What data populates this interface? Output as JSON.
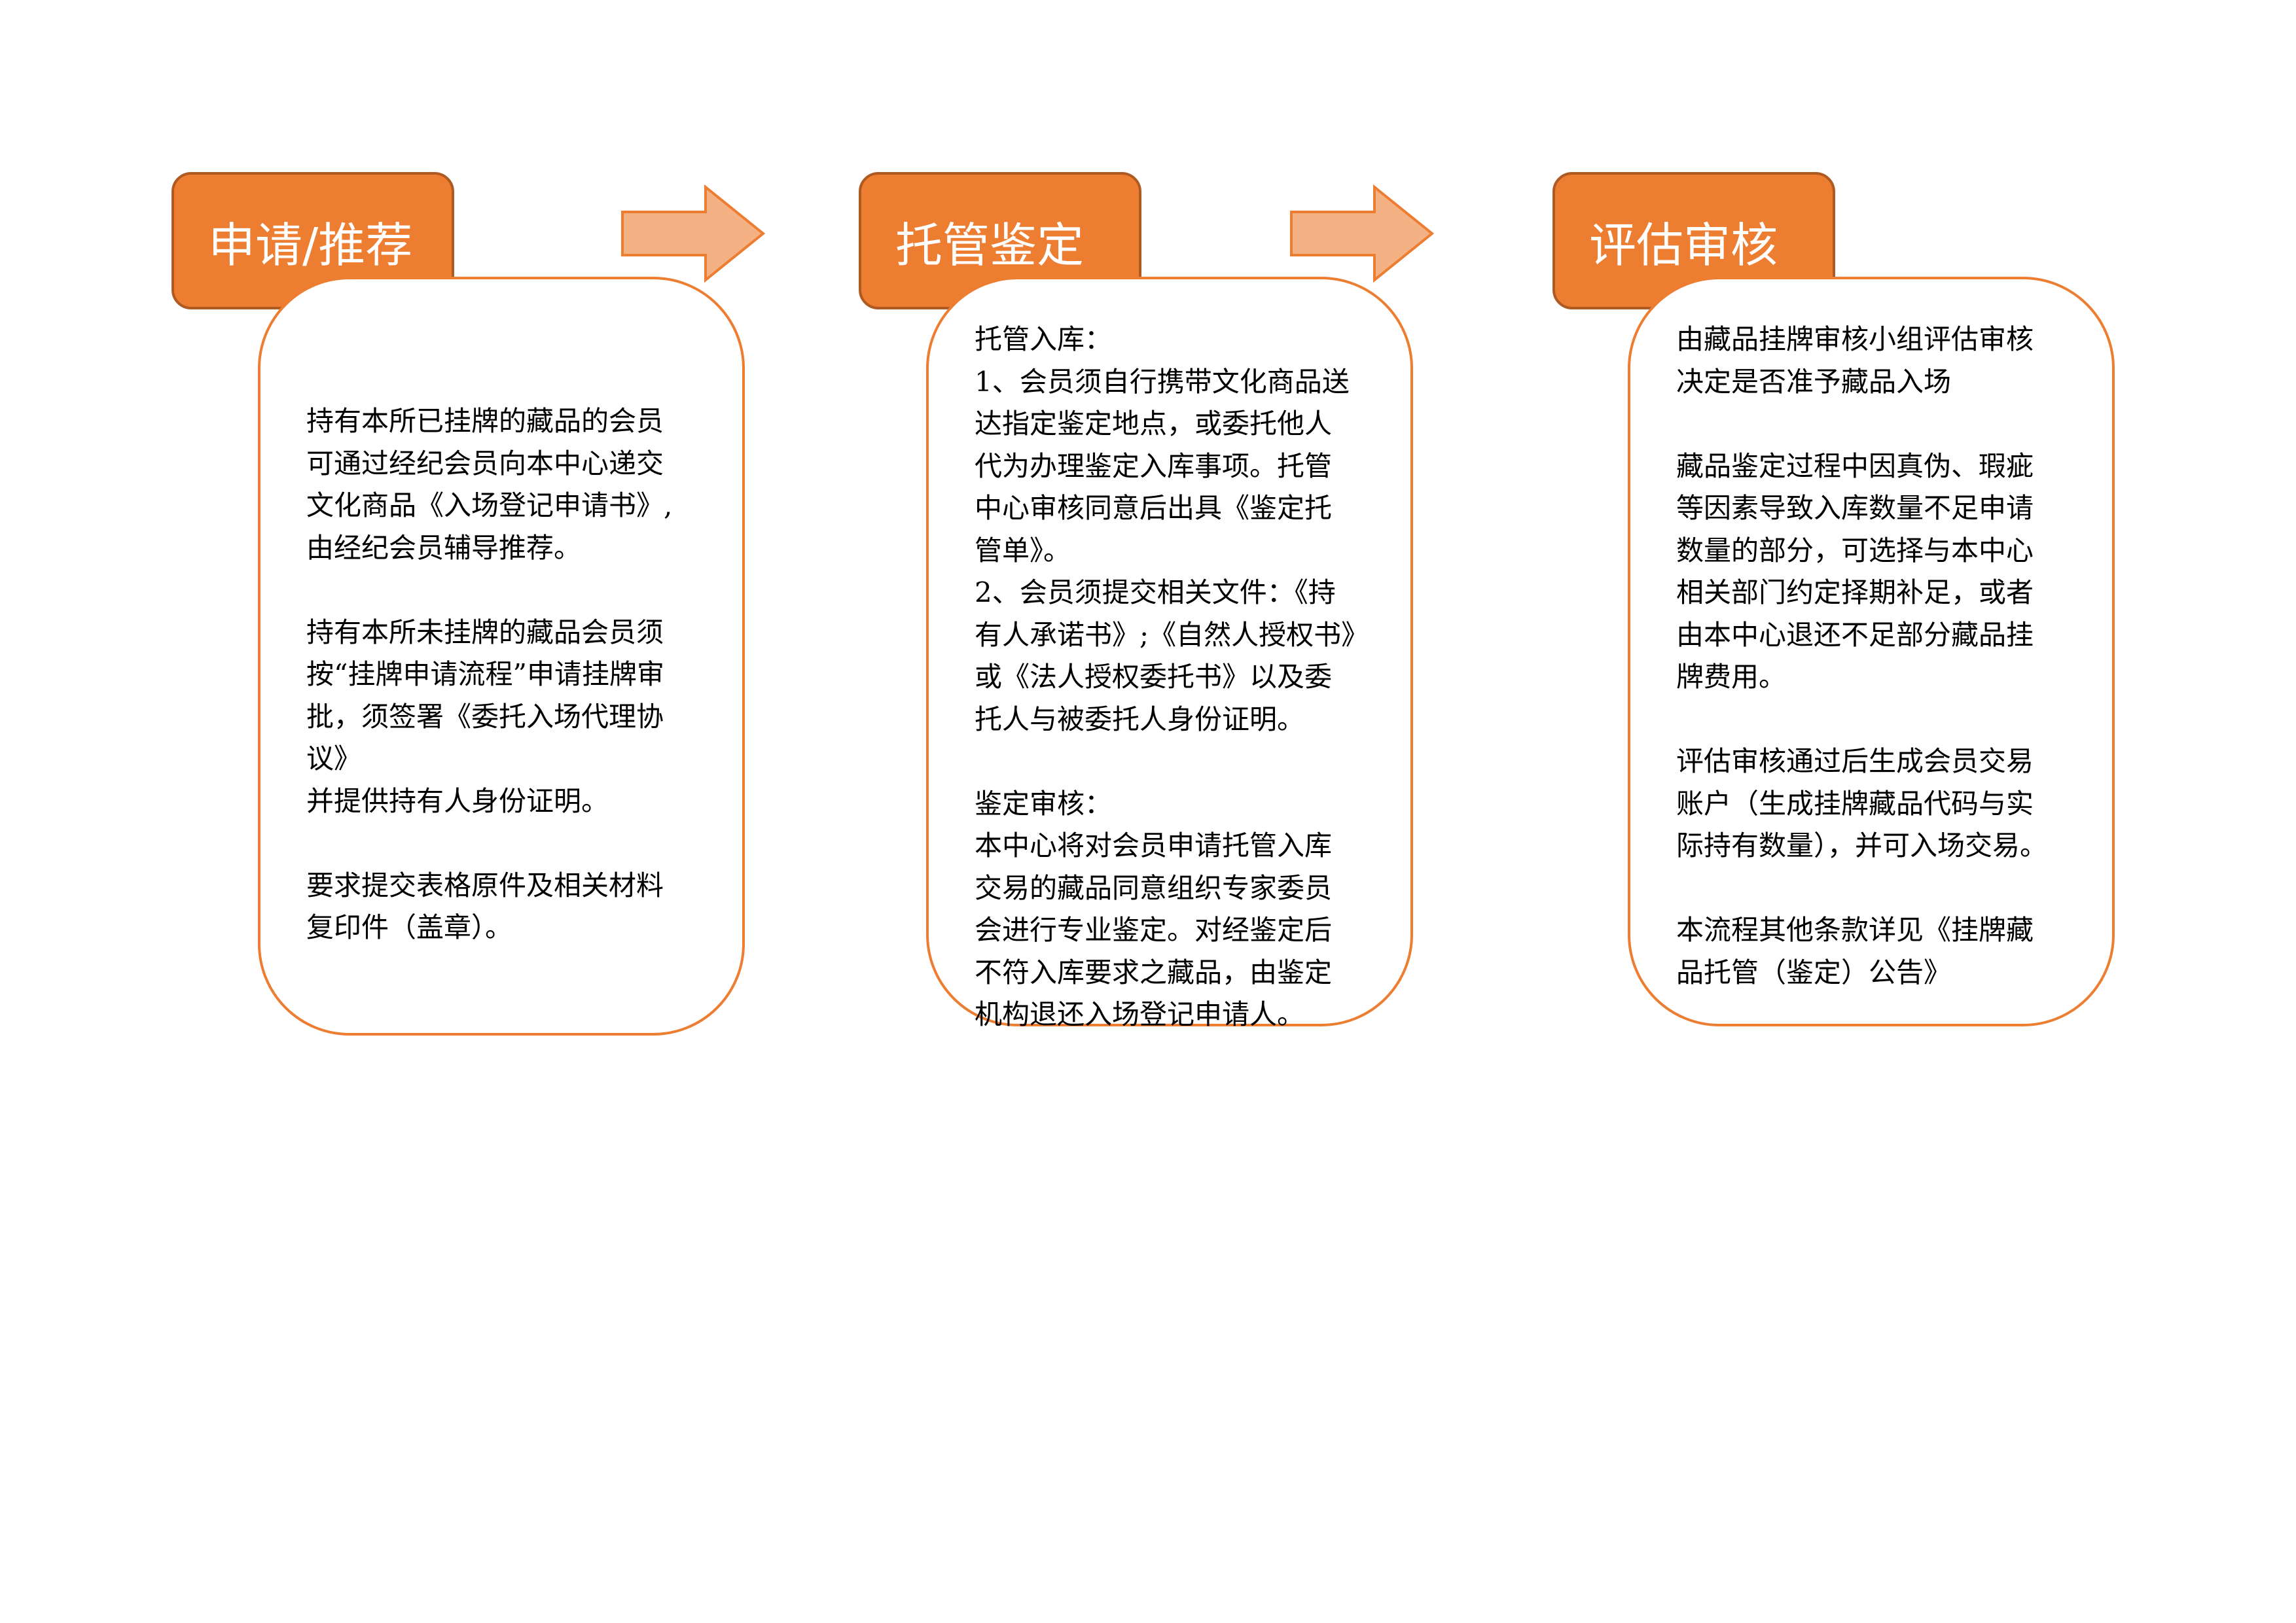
{
  "steps": [
    {
      "title": "申请/推荐",
      "paragraphs": [
        "持有本所已挂牌的藏品的会员\n可通过经纪会员向本中心递交\n文化商品《入场登记申请书》,\n由经纪会员辅导推荐。",
        "持有本所未挂牌的藏品会员须\n按“挂牌申请流程”申请挂牌审\n批，须签署《委托入场代理协议》\n并提供持有人身份证明。",
        "要求提交表格原件及相关材料\n复印件（盖章）。"
      ]
    },
    {
      "title": "托管鉴定",
      "paragraphs": [
        "托管入库：\n1、会员须自行携带文化商品送\n达指定鉴定地点，或委托他人\n代为办理鉴定入库事项。托管\n中心审核同意后出具《鉴定托\n管单》。\n2、会员须提交相关文件：《持\n有人承诺书》;《自然人授权书》\n或《法人授权委托书》以及委\n托人与被委托人身份证明。",
        "鉴定审核：\n本中心将对会员申请托管入库\n交易的藏品同意组织专家委员\n会进行专业鉴定。对经鉴定后\n不符入库要求之藏品，由鉴定\n机构退还入场登记申请人。"
      ]
    },
    {
      "title": "评估审核",
      "paragraphs": [
        "由藏品挂牌审核小组评估审核\n决定是否准予藏品入场",
        "藏品鉴定过程中因真伪、瑕疵\n等因素导致入库数量不足申请\n数量的部分，可选择与本中心\n相关部门约定择期补足，或者\n由本中心退还不足部分藏品挂\n牌费用。",
        "评估审核通过后生成会员交易\n账户（生成挂牌藏品代码与实\n际持有数量），并可入场交易。",
        "本流程其他条款详见《挂牌藏\n品托管（鉴定）公告》"
      ]
    }
  ],
  "colors": {
    "header_fill": "#ed7d31",
    "header_border": "#ae5a21",
    "card_border": "#ed7d31",
    "arrow_fill": "#f4b183",
    "arrow_border": "#ed7d31"
  },
  "icons": {
    "connector": "right-arrow-icon"
  }
}
